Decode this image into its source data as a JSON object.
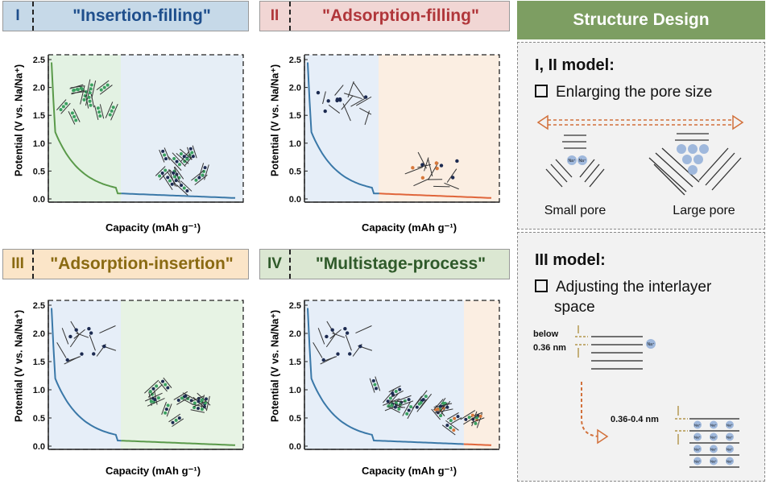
{
  "panels": [
    {
      "num": "I",
      "title": "\"Insertion-filling\"",
      "header_bg": "#c6d9e8",
      "region1_color": "#e3f2e3",
      "region2_color": "#e6eef6",
      "curve1": "#5a9a4a",
      "curve2": "#3a78a8"
    },
    {
      "num": "II",
      "title": "\"Adsorption-filling\"",
      "header_bg": "#f1d6d4",
      "region1_color": "#e6eef8",
      "region2_color": "#fbeee2",
      "curve1": "#3a78a8",
      "curve2": "#e0653a"
    },
    {
      "num": "III",
      "title": "\"Adsorption-insertion\"",
      "header_bg": "#fbe5c8",
      "region1_color": "#e6eef8",
      "region2_color": "#e7f3e4",
      "curve1": "#3a78a8",
      "curve2": "#5a9a4a"
    },
    {
      "num": "IV",
      "title": "\"Multistage-process\"",
      "header_bg": "#dbe7d2",
      "region1_color": "#e6eef8",
      "region2_color": "#e7f3e4",
      "region3_color": "#fbeee2",
      "curve1": "#3a78a8",
      "curve2": "#5a9a4a",
      "curve3": "#e0653a"
    }
  ],
  "axes": {
    "ylabel": "Potential (V vs. Na/Na⁺)",
    "xlabel": "Capacity (mAh g⁻¹)",
    "yticks": [
      "2.5",
      "2.0",
      "1.5",
      "1.0",
      "0.5",
      "0.0"
    ]
  },
  "right": {
    "header": "Structure Design",
    "model12_title": "I, II model:",
    "model12_point": "Enlarging the  pore size",
    "small_pore": "Small pore",
    "large_pore": "Large pore",
    "model3_title": "III model:",
    "model3_point_line1": "Adjusting  the  interlayer",
    "model3_point_line2": "space",
    "below_line1": "below",
    "below_line2": "0.36 nm",
    "range_label": "0.36-0.4 nm",
    "ion": "Na⁺"
  },
  "colors": {
    "right_header": "#7d9e62",
    "dot_dark": "#1c2a50",
    "dot_green": "#3aa060",
    "dot_orange": "#d8783a",
    "arrow": "#d2703a"
  }
}
